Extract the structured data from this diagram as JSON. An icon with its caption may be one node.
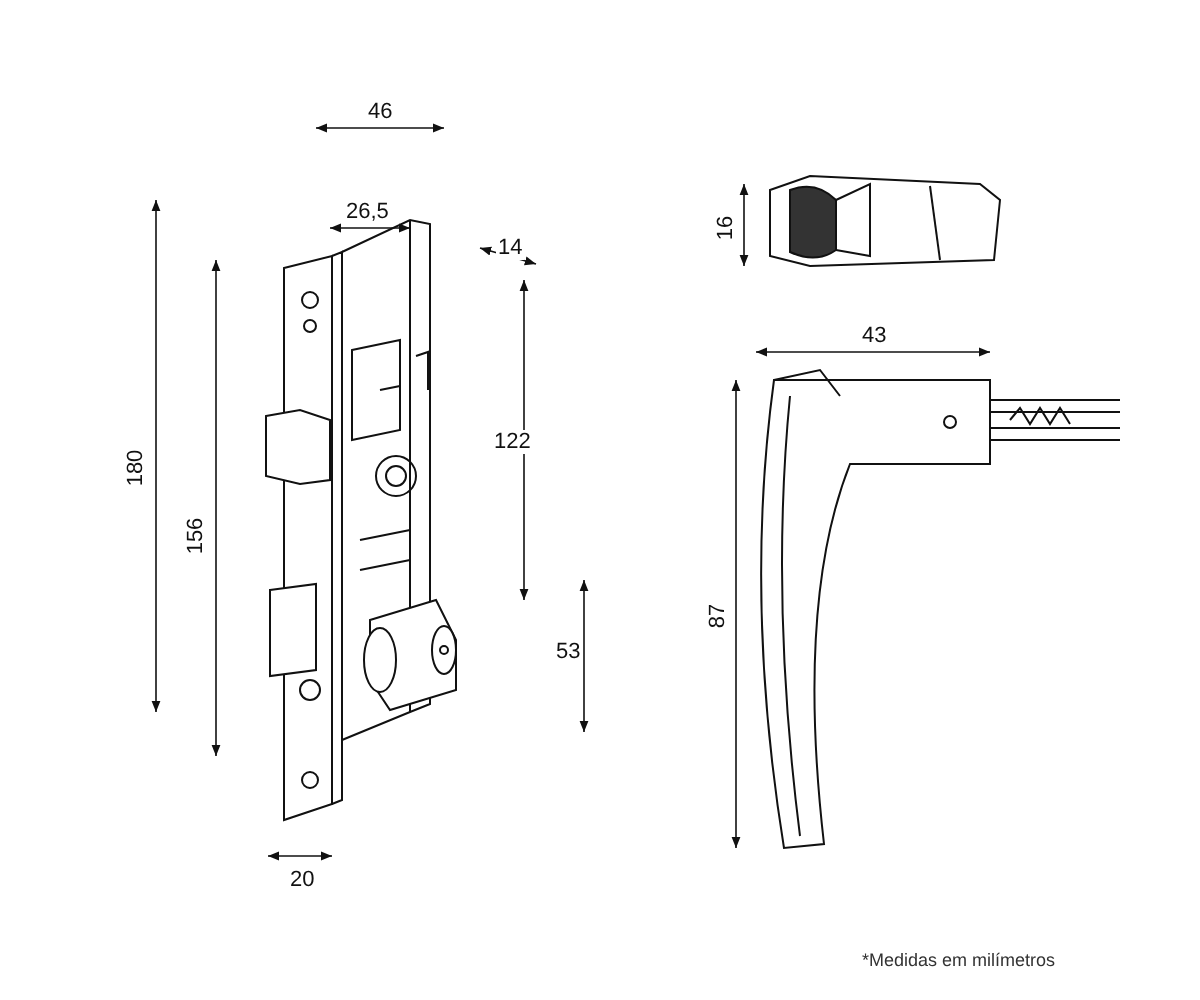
{
  "diagram": {
    "labels": [
      "46",
      "26,5",
      "14",
      "180",
      "156",
      "122",
      "53",
      "20",
      "16",
      "43",
      "87",
      "*Medidas em milímetros"
    ]
  }
}
